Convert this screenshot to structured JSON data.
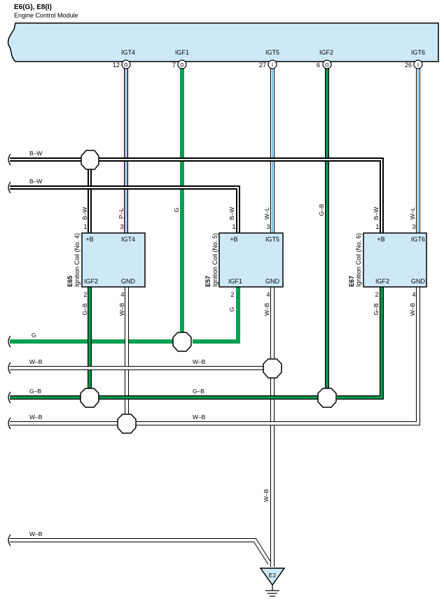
{
  "ecm": {
    "connector": "E6(G), E8(I)",
    "name": "Engine Control Module",
    "pins": [
      {
        "label": "IGT4",
        "num": "12",
        "conn": "G"
      },
      {
        "label": "IGF1",
        "num": "7",
        "conn": "G"
      },
      {
        "label": "IGT5",
        "num": "27",
        "conn": "I"
      },
      {
        "label": "IGF2",
        "num": "6",
        "conn": "G"
      },
      {
        "label": "IGT6",
        "num": "26",
        "conn": "I"
      }
    ]
  },
  "coils": [
    {
      "id": "E65",
      "name": "Ignition Coil (No. 4)",
      "top_left": "+B",
      "top_right": "IGT4",
      "bottom_left": "IGF2",
      "bottom_right": "GND",
      "pin_tl": "1",
      "pin_tr": "3",
      "pin_bl": "2",
      "pin_br": "4",
      "wire_tl": "B–W",
      "wire_tr": "P–L",
      "wire_bl": "G–B",
      "wire_br": "W–B"
    },
    {
      "id": "E57",
      "name": "Ignition Coil (No. 5)",
      "top_left": "+B",
      "top_right": "IGT5",
      "bottom_left": "IGF1",
      "bottom_right": "GND",
      "pin_tl": "1",
      "pin_tr": "3",
      "pin_bl": "2",
      "pin_br": "4",
      "wire_tl": "B–W",
      "wire_tr": "W–L",
      "wire_bl": "G",
      "wire_br": "W–B"
    },
    {
      "id": "E67",
      "name": "Ignition Coil (No. 6)",
      "top_left": "+B",
      "top_right": "IGT6",
      "bottom_left": "IGF2",
      "bottom_right": "GND",
      "pin_tl": "1",
      "pin_tr": "3",
      "pin_bl": "2",
      "pin_br": "4",
      "wire_tl": "B–W",
      "wire_tr": "W–L",
      "wire_bl": "G–B",
      "wire_br": "W–B"
    }
  ],
  "wire_labels": {
    "g_igf1": "G",
    "g_b_igf2": "G–B",
    "w_b_ground": "W–B",
    "bus_bw_1": "B–W",
    "bus_bw_2": "B–W",
    "bus_g": "G",
    "bus_wb_1_left": "W–B",
    "bus_wb_1_mid": "W–B",
    "bus_gb_left": "G–B",
    "bus_gb_mid": "G–B",
    "bus_wb_2_left": "W–B",
    "bus_wb_2_mid": "W–B",
    "bus_wb_3": "W–B"
  },
  "ground": {
    "label": "E2"
  },
  "colors": {
    "panel_fill": "#cde9f7",
    "green": "#00a050",
    "blue": "#40b0e8",
    "pink": "#e070c0",
    "black": "#000000"
  }
}
